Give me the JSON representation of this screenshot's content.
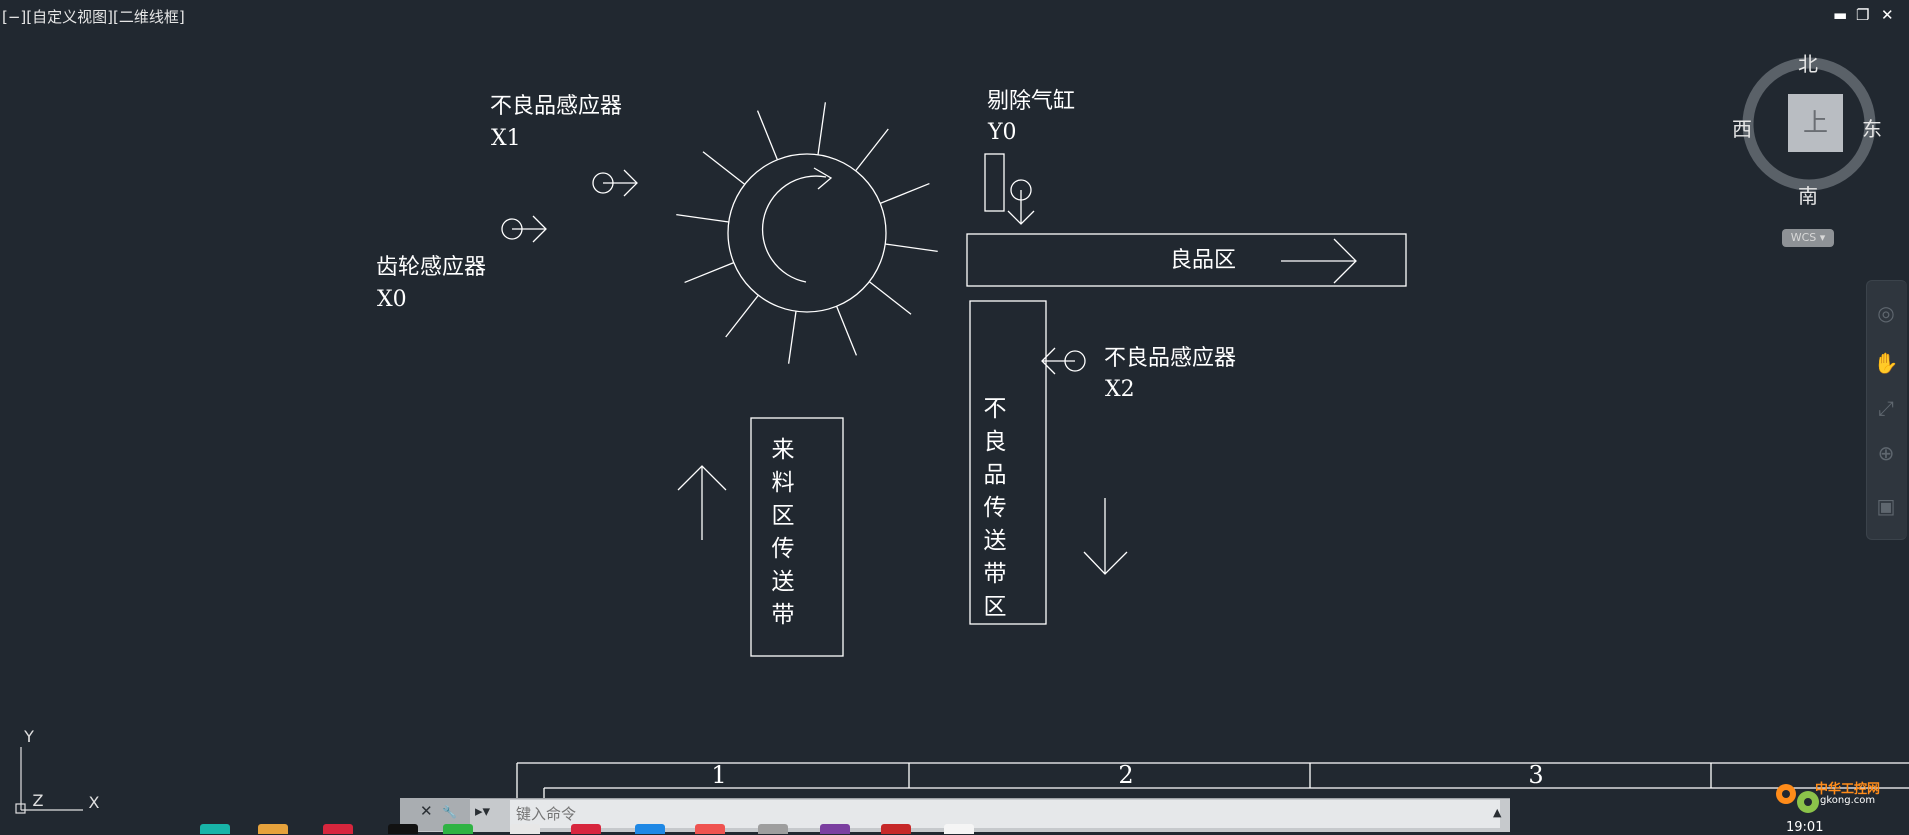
{
  "viewport": {
    "label": "[−][自定义视图][二维线框]"
  },
  "window_controls": {
    "minimize": "▬",
    "restore": "❐",
    "close": "✕"
  },
  "labels": {
    "defect_sensor_1": {
      "name": "不良品感应器",
      "code": "X1"
    },
    "gear_sensor": {
      "name": "齿轮感应器",
      "code": "X0"
    },
    "reject_cylinder": {
      "name": "剔除气缸",
      "code": "Y0"
    },
    "defect_sensor_2": {
      "name": "不良品感应器",
      "code": "X2"
    },
    "good_zone": "良品区",
    "incoming_belt": [
      "来",
      "料",
      "区",
      "传",
      "送",
      "带"
    ],
    "defect_belt": [
      "不",
      "良",
      "品",
      "传",
      "送",
      "带",
      "区"
    ]
  },
  "table": {
    "headers": [
      "1",
      "2",
      "3"
    ]
  },
  "viewcube": {
    "top": "上",
    "north": "北",
    "south": "南",
    "east": "东",
    "west": "西",
    "wcs": "WCS ▾"
  },
  "ucs": {
    "y": "Y",
    "z": "Z",
    "x": "X"
  },
  "command_line": {
    "close": "✕",
    "settings": "🔧",
    "history": "▸▾",
    "placeholder": "键入命令",
    "expand": "▲"
  },
  "taskbar": {
    "time": "19:01"
  },
  "watermark": {
    "text": "中华工控网",
    "url": "gkong.com"
  },
  "colors": {
    "background": "#212830",
    "line": "#ffffff",
    "viewcube_face": "#b9bdc2",
    "viewcube_ring": "#5a6168",
    "command_bar": "#c6c9cc",
    "watermark_orange": "#ff8c1a"
  }
}
